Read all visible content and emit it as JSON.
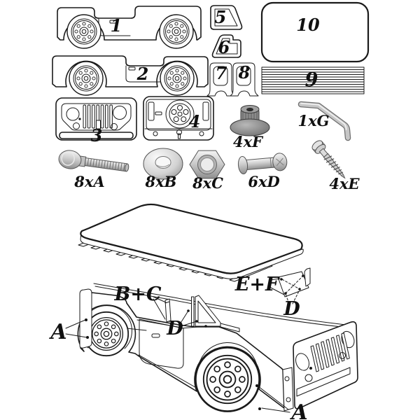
{
  "diagram": {
    "background": "#ffffff",
    "line_color": "#1a1a1a",
    "parts": {
      "side_panel_1": "1",
      "side_panel_2": "2",
      "grille_panel": "3",
      "rear_panel": "4",
      "windshield_bracket_a": "5",
      "windshield_bracket_b": "6",
      "corner_panel_a": "7",
      "corner_panel_b": "8",
      "slat_pack": "9",
      "mattress_board": "10"
    },
    "hardware": {
      "carriage_bolt": "8xA",
      "washer": "8xB",
      "hex_nut": "8xC",
      "connector_bolt": "6xD",
      "wood_screw": "4xE",
      "cap_nut": "4xF",
      "allen_key": "1xG"
    },
    "callouts": {
      "rear_bolts": "A",
      "slat_fix": "B+C",
      "mid_bolts": "D",
      "bracket_fix": "E+F",
      "bracket_bolts": "D",
      "front_bolts": "A"
    }
  }
}
